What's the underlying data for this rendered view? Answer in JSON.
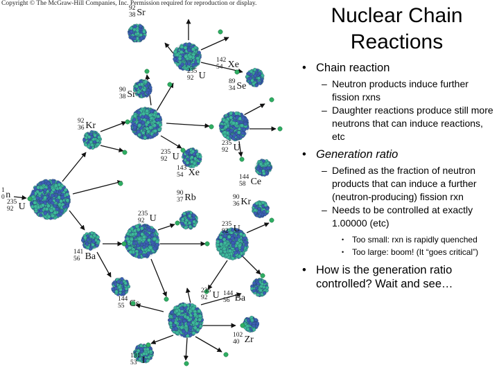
{
  "copyright": "Copyright © The McGraw-Hill Companies, Inc. Permission required for reproduction or display.",
  "title": [
    "Nuclear Chain",
    "Reactions"
  ],
  "bullets": {
    "chain_reaction": {
      "label": "Chain reaction",
      "subs": [
        "Neutron products induce further fission rxns",
        "Daughter reactions produce still more neutrons that can induce reactions, etc"
      ]
    },
    "generation_ratio": {
      "label": "Generation ratio",
      "subs": [
        "Defined as the fraction of neutron products that can induce a further (neutron-producing) fission rxn",
        "Needs to be controlled at exactly 1.00000 (etc)"
      ],
      "subsubs": [
        "Too small: rxn is rapidly quenched",
        "Too large: boom! (It “goes critical”)"
      ]
    },
    "question": "How is the generation ratio controlled? Wait and see…"
  },
  "figure": {
    "neutron": {
      "mass": "1",
      "atomic": "0",
      "symbol": "n"
    },
    "isotopes": [
      {
        "id": "sr92",
        "mass": "92",
        "atomic": "38",
        "symbol": "Sr"
      },
      {
        "id": "u235-a",
        "mass": "235",
        "atomic": "92",
        "symbol": "U"
      },
      {
        "id": "xe142",
        "mass": "142",
        "atomic": "54",
        "symbol": "Xe"
      },
      {
        "id": "se89",
        "mass": "89",
        "atomic": "34",
        "symbol": "Se"
      },
      {
        "id": "sr90",
        "mass": "90",
        "atomic": "38",
        "symbol": "Sr"
      },
      {
        "id": "kr92",
        "mass": "92",
        "atomic": "36",
        "symbol": "Kr"
      },
      {
        "id": "u235-b",
        "mass": "235",
        "atomic": "92",
        "symbol": "U"
      },
      {
        "id": "u235-c",
        "mass": "235",
        "atomic": "92",
        "symbol": "U"
      },
      {
        "id": "xe143",
        "mass": "143",
        "atomic": "54",
        "symbol": "Xe"
      },
      {
        "id": "ce144",
        "mass": "144",
        "atomic": "58",
        "symbol": "Ce"
      },
      {
        "id": "u235-d",
        "mass": "235",
        "atomic": "92",
        "symbol": "U"
      },
      {
        "id": "rb90",
        "mass": "90",
        "atomic": "37",
        "symbol": "Rb"
      },
      {
        "id": "kr90",
        "mass": "90",
        "atomic": "36",
        "symbol": "Kr"
      },
      {
        "id": "u235-e",
        "mass": "235",
        "atomic": "92",
        "symbol": "U"
      },
      {
        "id": "u235-f",
        "mass": "235",
        "atomic": "92",
        "symbol": "U"
      },
      {
        "id": "ba141",
        "mass": "141",
        "atomic": "56",
        "symbol": "Ba"
      },
      {
        "id": "cs144",
        "mass": "144",
        "atomic": "55",
        "symbol": "Cs"
      },
      {
        "id": "u235-g",
        "mass": "235",
        "atomic": "92",
        "symbol": "U"
      },
      {
        "id": "ba144",
        "mass": "144",
        "atomic": "56",
        "symbol": "Ba"
      },
      {
        "id": "zr102",
        "mass": "102",
        "atomic": "40",
        "symbol": "Zr"
      },
      {
        "id": "i131",
        "mass": "131",
        "atomic": "53",
        "symbol": "I"
      }
    ],
    "colors": {
      "proton": "#3c5fb4",
      "neutron": "#3db89a",
      "arrow": "#111111",
      "free_neutron": "#2fae63"
    }
  }
}
